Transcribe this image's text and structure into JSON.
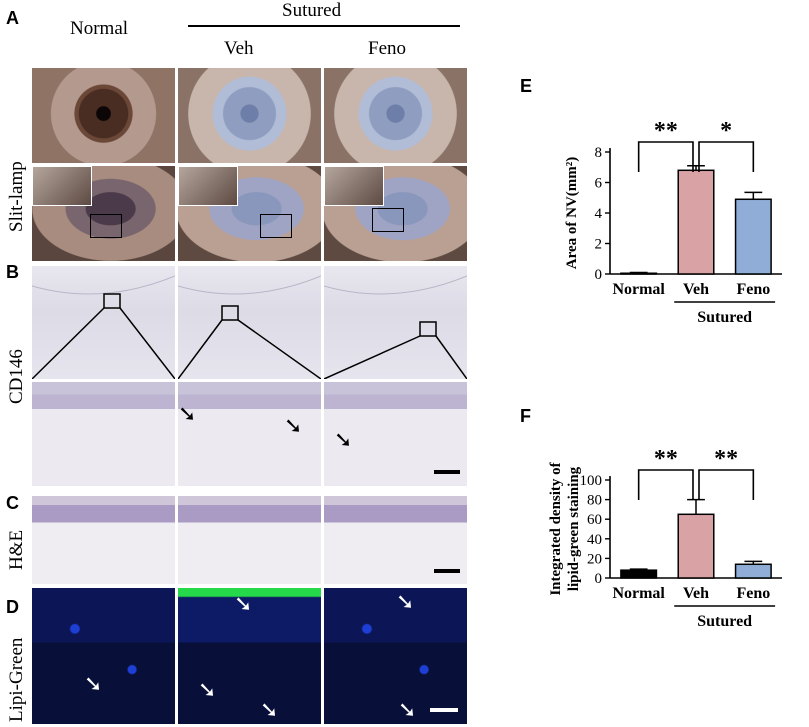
{
  "panel_letters": {
    "a": "A",
    "b": "B",
    "c": "C",
    "d": "D",
    "e": "E",
    "f": "F"
  },
  "column_headers": {
    "normal": "Normal",
    "sutured": "Sutured",
    "veh": "Veh",
    "feno": "Feno"
  },
  "row_labels": {
    "slit_lamp": "Slit-lamp",
    "cd146": "CD146",
    "he": "H&E",
    "lipi_green": "Lipi-Green"
  },
  "colors": {
    "normal_bar": "#000000",
    "veh_bar": "#d9a3a6",
    "feno_bar": "#8fadd6"
  },
  "chart_data": [
    {
      "id": "E",
      "type": "bar",
      "ylabel": "Area of NV(mm²)",
      "categories": [
        "Normal",
        "Veh",
        "Feno"
      ],
      "group_label": "Sutured",
      "values": [
        0.05,
        6.8,
        4.9
      ],
      "errors": [
        0.05,
        0.3,
        0.45
      ],
      "ylim": [
        0,
        8
      ],
      "yticks": [
        0,
        2,
        4,
        6,
        8
      ],
      "significance": [
        {
          "from": 0,
          "to": 1,
          "label": "**"
        },
        {
          "from": 1,
          "to": 2,
          "label": "*"
        }
      ]
    },
    {
      "id": "F",
      "type": "bar",
      "ylabel": "Integrated density of lipid-green staining",
      "ylabel_lines": [
        "Integrated density of",
        "lipid-green staining"
      ],
      "categories": [
        "Normal",
        "Veh",
        "Feno"
      ],
      "group_label": "Sutured",
      "values": [
        8,
        65,
        14
      ],
      "errors": [
        1,
        15,
        3
      ],
      "ylim": [
        0,
        100
      ],
      "yticks": [
        0,
        20,
        40,
        60,
        80,
        100
      ],
      "significance": [
        {
          "from": 0,
          "to": 1,
          "label": "**"
        },
        {
          "from": 1,
          "to": 2,
          "label": "**"
        }
      ]
    }
  ]
}
